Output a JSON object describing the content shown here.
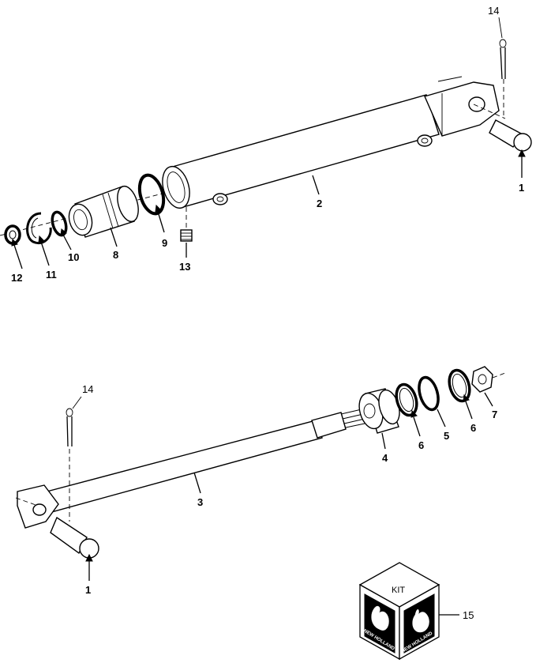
{
  "callouts": {
    "c1_top": "1",
    "c1_bottom": "1",
    "c2": "2",
    "c3": "3",
    "c4": "4",
    "c5": "5",
    "c6_a": "6",
    "c6_b": "6",
    "c7": "7",
    "c8": "8",
    "c9": "9",
    "c10": "10",
    "c11": "11",
    "c12": "12",
    "c13": "13",
    "c14_top": "14",
    "c14_bottom": "14",
    "c15": "15"
  },
  "kit_box": {
    "label": "KIT",
    "brand_left": "NEW HOLLAND",
    "brand_right": "NEW HOLLAND"
  }
}
